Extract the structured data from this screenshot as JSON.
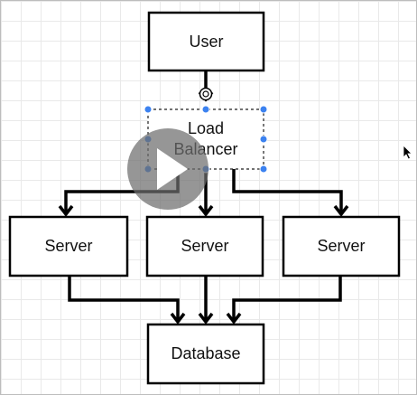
{
  "diagram": {
    "nodes": {
      "user": {
        "label": "User"
      },
      "load_balancer": {
        "label_line1": "Load",
        "label_line2": "Balancer",
        "selected": true
      },
      "server_left": {
        "label": "Server"
      },
      "server_middle": {
        "label": "Server"
      },
      "server_right": {
        "label": "Server"
      },
      "database": {
        "label": "Database"
      }
    },
    "edges": [
      {
        "from": "user",
        "to": "load_balancer"
      },
      {
        "from": "load_balancer",
        "to": "server_left"
      },
      {
        "from": "load_balancer",
        "to": "server_middle"
      },
      {
        "from": "load_balancer",
        "to": "server_right"
      },
      {
        "from": "server_left",
        "to": "database"
      },
      {
        "from": "server_middle",
        "to": "database"
      },
      {
        "from": "server_right",
        "to": "database"
      }
    ],
    "colors": {
      "grid": "#e9e9e9",
      "stroke": "#000000",
      "selection_handle": "#3c82f0",
      "play_overlay": "#6e6e6e"
    }
  },
  "overlay": {
    "play_icon": "play-icon"
  },
  "cursor": {
    "icon": "mouse-pointer-icon"
  }
}
